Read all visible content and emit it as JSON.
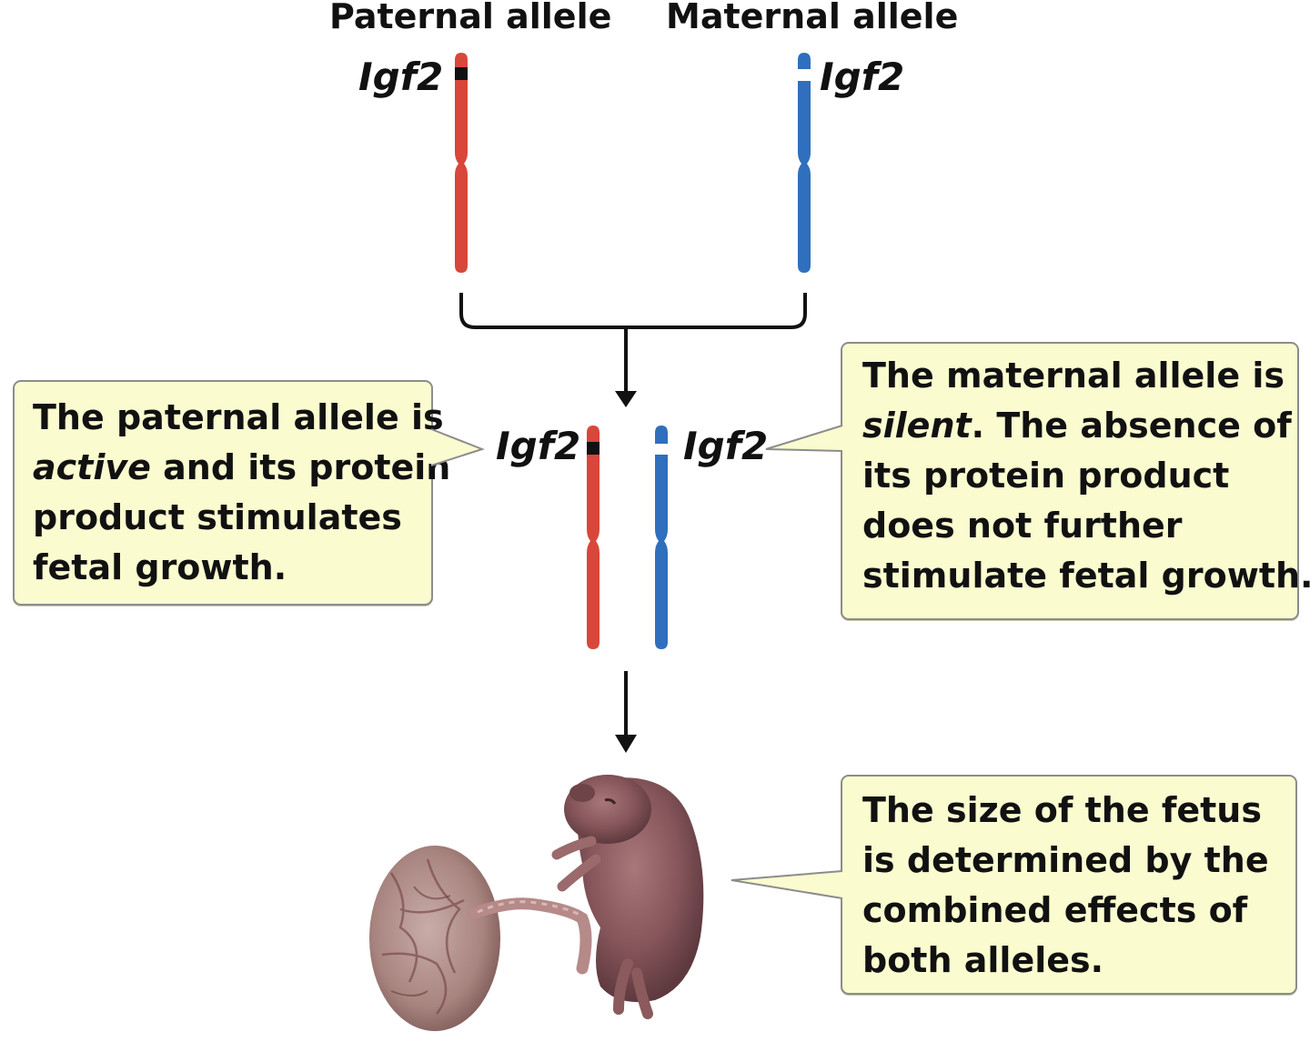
{
  "header": {
    "paternal_label": "Paternal allele",
    "maternal_label": "Maternal allele"
  },
  "genes": {
    "top_paternal": "Igf2",
    "top_maternal": "Igf2",
    "mid_paternal": "Igf2",
    "mid_maternal": "Igf2"
  },
  "callouts": {
    "paternal": {
      "line1": "The paternal allele is",
      "line2_em": "active",
      "line2_rest": " and its protein",
      "line3": "product stimulates",
      "line4": "fetal growth."
    },
    "maternal": {
      "line1": "The maternal allele is",
      "line2_em": "silent",
      "line2_rest": ". The absence of",
      "line3": "its protein product",
      "line4": "does not further",
      "line5": "stimulate fetal growth."
    },
    "fetus": {
      "line1": "The size of the fetus",
      "line2": "is determined by the",
      "line3": "combined effects of",
      "line4": "both alleles."
    }
  },
  "colors": {
    "paternal_chromosome": "#d8473a",
    "maternal_chromosome": "#2f6fbd",
    "active_band": "#111111",
    "silent_band": "#ffffff",
    "callout_fill": "#fbfbd0",
    "fetus_skin": "#8a5a5c",
    "placenta": "#a88a88"
  },
  "icons": {
    "fetus_illustration": "mouse-fetus-with-placenta"
  }
}
